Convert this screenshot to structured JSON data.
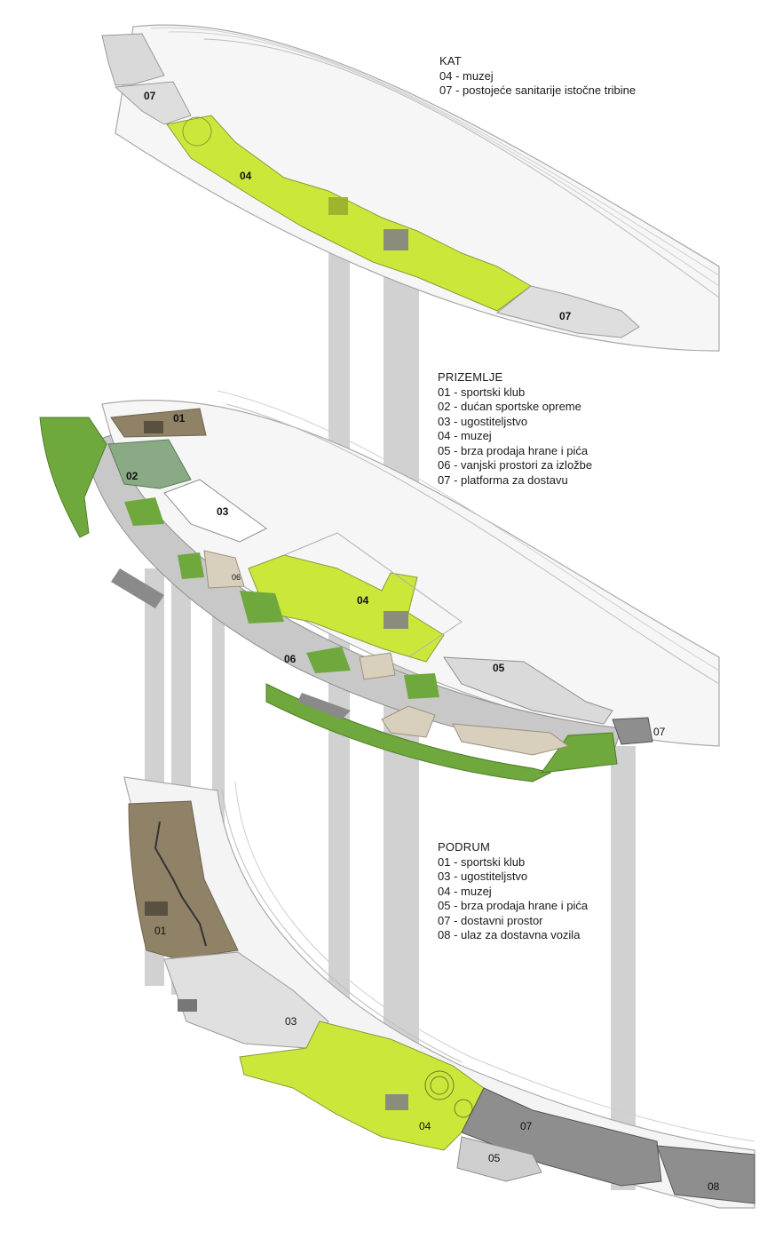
{
  "legends": {
    "kat": {
      "title": "KAT",
      "items": [
        "04 - muzej",
        "07 - postojeće sanitarije istočne tribine"
      ]
    },
    "prizemlje": {
      "title": "PRIZEMLJE",
      "items": [
        "01 - sportski klub",
        "02 - dućan sportske opreme",
        "03 - ugostiteljstvo",
        "04 - muzej",
        "05 - brza prodaja hrane i pića",
        "06 - vanjski prostori za izložbe",
        "07 - platforma za dostavu"
      ]
    },
    "podrum": {
      "title": "PODRUM",
      "items": [
        "01 - sportski klub",
        "03 - ugostiteljstvo",
        "04 - muzej",
        "05 - brza prodaja hrane i pića",
        "07 - dostavni prostor",
        "08 - ulaz za dostavna vozila"
      ]
    }
  },
  "zone_labels": {
    "kat": {
      "z07a": "07",
      "z04": "04",
      "z07b": "07"
    },
    "prizemlje": {
      "z01": "01",
      "z02": "02",
      "z03": "03",
      "z06a": "06",
      "z04": "04",
      "z06b": "06",
      "z05": "05",
      "z07": "07"
    },
    "podrum": {
      "z01": "01",
      "z03": "03",
      "z04": "04",
      "z07": "07",
      "z05": "05",
      "z08": "08"
    }
  },
  "colors": {
    "museum_green": "#cbe83a",
    "landscape_green": "#6fa83c",
    "sports_club_brown": "#8f8266",
    "shop_green": "#8aaa86",
    "light_grey": "#dedede",
    "mid_grey": "#b9b9b9",
    "dark_grey": "#8e8e8e",
    "beige": "#d8d0bd"
  }
}
